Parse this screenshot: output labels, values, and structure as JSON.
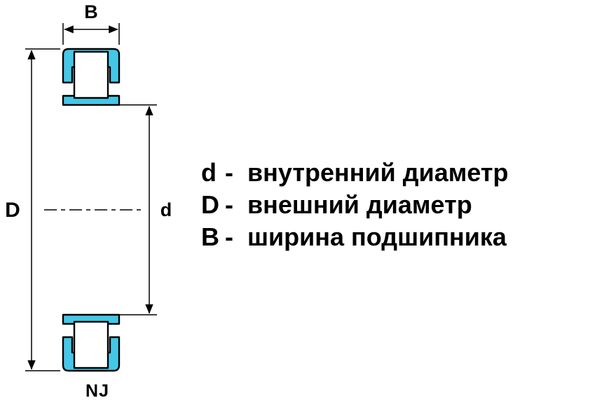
{
  "colors": {
    "bearing_fill": "#45c7e8",
    "outline": "#000000",
    "background": "#ffffff",
    "text": "#000000"
  },
  "drawing": {
    "dim_width_label": "B",
    "dim_outer_label": "D",
    "dim_inner_label": "d",
    "type_label": "NJ"
  },
  "legend": {
    "items": [
      {
        "symbol": "d",
        "separator": "-",
        "label": "внутренний диаметр"
      },
      {
        "symbol": "D",
        "separator": "-",
        "label": "внешний диаметр"
      },
      {
        "symbol": "B",
        "separator": "-",
        "label": "ширина подшипника"
      }
    ]
  }
}
